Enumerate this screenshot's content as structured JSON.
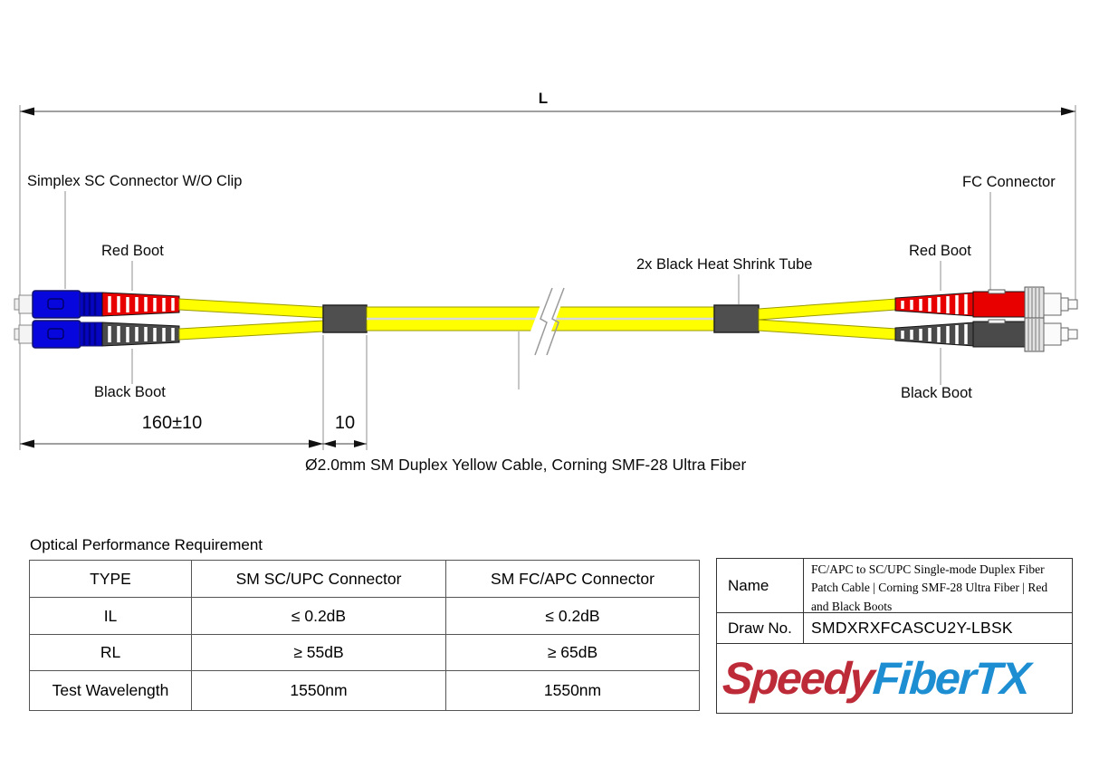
{
  "diagram": {
    "length_label": "L",
    "sc_label": "Simplex SC Connector W/O Clip",
    "red_boot_left": "Red Boot",
    "black_boot_left": "Black Boot",
    "heat_shrink_label": "2x Black Heat Shrink Tube",
    "fc_label": "FC Connector",
    "red_boot_right": "Red Boot",
    "black_boot_right": "Black Boot",
    "dim_breakout": "160±10",
    "dim_tube": "10",
    "cable_spec": "Ø2.0mm SM Duplex Yellow Cable, Corning SMF-28 Ultra Fiber"
  },
  "performance_table": {
    "title": "Optical Performance Requirement",
    "headers": [
      "TYPE",
      "SM SC/UPC Connector",
      "SM FC/APC Connector"
    ],
    "rows": [
      [
        "IL",
        "≤ 0.2dB",
        "≤ 0.2dB"
      ],
      [
        "RL",
        "≥ 55dB",
        "≥ 65dB"
      ],
      [
        "Test Wavelength",
        "1550nm",
        "1550nm"
      ]
    ]
  },
  "title_block": {
    "name_label": "Name",
    "name_value": "FC/APC to SC/UPC Single-mode Duplex Fiber Patch Cable | Corning SMF-28 Ultra Fiber | Red and Black Boots",
    "draw_no_label": "Draw No.",
    "draw_no_value": "SMDXRXFCASCU2Y-LBSK"
  },
  "logo": {
    "speedy": "Speedy",
    "fibertx": "FiberTX"
  },
  "colors": {
    "cable_yellow": "#FFFF00",
    "boot_red": "#E80000",
    "connector_blue": "#0707DD",
    "dark_gray": "#4F4F4F",
    "boot_black": "#4A4A4A",
    "logo_red": "#BE2B38",
    "logo_blue": "#1E8ED3"
  }
}
